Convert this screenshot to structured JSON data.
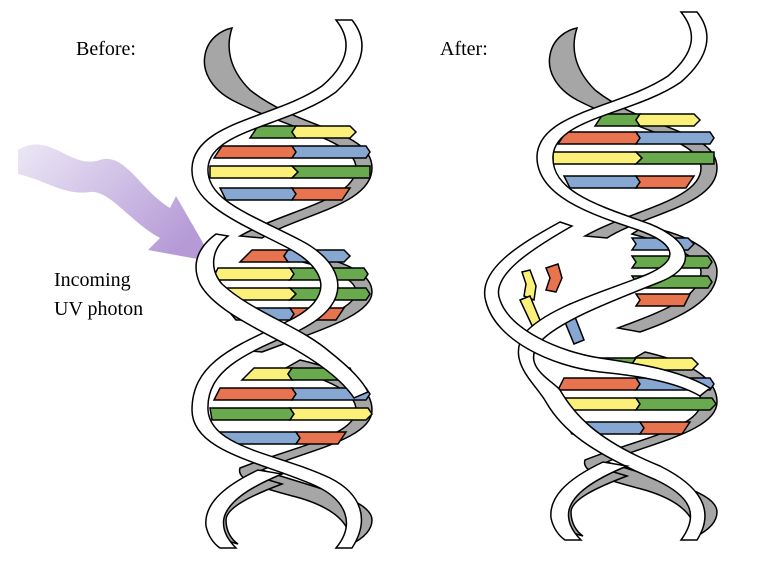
{
  "labels": {
    "before": "Before:",
    "after": "After:",
    "photon_line1": "Incoming",
    "photon_line2": "UV photon"
  },
  "colors": {
    "backbone_front": "#ffffff",
    "backbone_back": "#a6a6a6",
    "outline": "#000000",
    "base_green": "#6aaa4f",
    "base_yellow": "#fbf17a",
    "base_red": "#e8734f",
    "base_blue": "#86a7d2",
    "photon_start": "#ece8f6",
    "photon_end": "#b59ad6"
  },
  "icons": {
    "photon": "wavy-arrow-icon"
  }
}
